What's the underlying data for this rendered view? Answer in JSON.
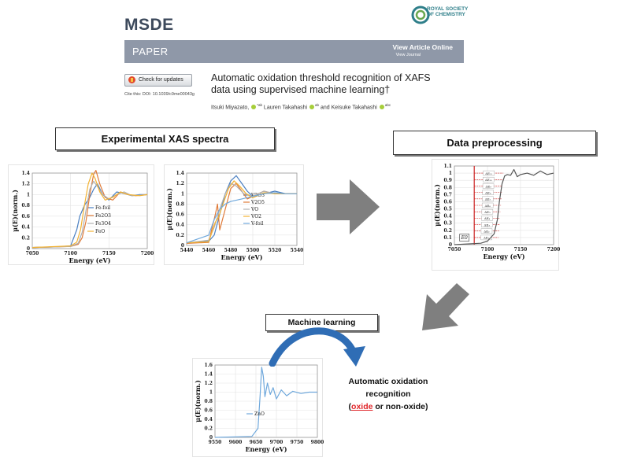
{
  "header": {
    "journal": "MSDE",
    "publisher_logo_text": [
      "ROYAL SOCIETY",
      "OF CHEMISTRY"
    ],
    "bar_title": "PAPER",
    "view_article": "View Article Online",
    "view_journal": "View Journal",
    "check_updates": "Check for updates",
    "cite": "Cite this: DOI: 10.1039/c9me00043g",
    "title": "Automatic oxidation threshold recognition of XAFS data using supervised machine learning†",
    "authors": [
      {
        "name": "Itsuki Miyazato,",
        "sup": "*ab"
      },
      {
        "name": "Lauren Takahashi",
        "sup": "ab"
      },
      {
        "name": "and Keisuke Takahashi",
        "sup": "abc"
      }
    ]
  },
  "diagram": {
    "experimental_label": "Experimental XAS spectra",
    "preprocessing_label": "Data preprocessing",
    "ml_label": "Machine learning",
    "result_line1": "Automatic oxidation",
    "result_line2": "recognition",
    "result_open": "(",
    "result_oxide": "oxide",
    "result_rest": " or non-oxide)",
    "colors": {
      "arrow_gray": "#7f7f7f",
      "curve_arrow_blue": "#2f6db5",
      "highlight_red": "#e0262a",
      "threshold_red": "#cc2222"
    }
  },
  "chart_data": [
    {
      "type": "line",
      "xlabel": "Energy (eV)",
      "ylabel": "μ(E)(norm.)",
      "xlim": [
        7050,
        7200
      ],
      "ylim": [
        0,
        1.4
      ],
      "xticks": [
        "7050",
        "7100",
        "7150",
        "7200"
      ],
      "yticks": [
        "0",
        "0.2",
        "0.4",
        "0.6",
        "0.8",
        "1",
        "1.2",
        "1.4"
      ],
      "grid": true,
      "legend": "right",
      "series": [
        {
          "name": "Fe-foil",
          "color": "#4a7fc1",
          "x": [
            7050,
            7080,
            7100,
            7108,
            7112,
            7118,
            7125,
            7130,
            7135,
            7142,
            7150,
            7160,
            7170,
            7180,
            7190,
            7200
          ],
          "y": [
            0.02,
            0.03,
            0.05,
            0.35,
            0.6,
            0.8,
            0.95,
            1.1,
            1.2,
            1.0,
            0.9,
            1.05,
            1.02,
            0.98,
            1.0,
            1.0
          ]
        },
        {
          "name": "Fe2O3",
          "color": "#e07b39",
          "x": [
            7050,
            7100,
            7110,
            7115,
            7120,
            7125,
            7130,
            7133,
            7138,
            7145,
            7155,
            7165,
            7175,
            7185,
            7200
          ],
          "y": [
            0.02,
            0.04,
            0.08,
            0.2,
            0.5,
            1.0,
            1.38,
            1.45,
            1.2,
            0.95,
            0.9,
            1.05,
            1.0,
            0.98,
            1.0
          ]
        },
        {
          "name": "Fe3O4",
          "color": "#b0b0b0",
          "x": [
            7050,
            7100,
            7110,
            7115,
            7120,
            7125,
            7130,
            7135,
            7142,
            7150,
            7160,
            7170,
            7180,
            7200
          ],
          "y": [
            0.02,
            0.04,
            0.1,
            0.3,
            0.7,
            1.1,
            1.25,
            1.15,
            1.0,
            0.92,
            1.0,
            1.05,
            0.98,
            1.0
          ]
        },
        {
          "name": "FeO",
          "color": "#f2b233",
          "x": [
            7050,
            7100,
            7108,
            7113,
            7118,
            7123,
            7128,
            7132,
            7138,
            7145,
            7155,
            7165,
            7175,
            7190,
            7200
          ],
          "y": [
            0.02,
            0.05,
            0.12,
            0.35,
            0.8,
            1.2,
            1.4,
            1.3,
            1.05,
            0.9,
            0.95,
            1.05,
            1.0,
            0.98,
            1.0
          ]
        }
      ]
    },
    {
      "type": "line",
      "xlabel": "Energy (eV)",
      "ylabel": "μ(E)(norm.)",
      "xlim": [
        5440,
        5540
      ],
      "ylim": [
        0,
        1.4
      ],
      "xticks": [
        "5440",
        "5460",
        "5480",
        "5500",
        "5520",
        "5540"
      ],
      "yticks": [
        "0",
        "0.2",
        "0.4",
        "0.6",
        "0.8",
        "1",
        "1.2",
        "1.4"
      ],
      "grid": true,
      "legend": "right",
      "series": [
        {
          "name": "V2O3",
          "color": "#4a7fc1",
          "x": [
            5440,
            5460,
            5465,
            5470,
            5475,
            5480,
            5485,
            5490,
            5495,
            5500,
            5510,
            5520,
            5530,
            5540
          ],
          "y": [
            0.05,
            0.08,
            0.2,
            0.6,
            1.0,
            1.25,
            1.35,
            1.2,
            1.05,
            0.95,
            1.0,
            1.05,
            1.0,
            1.0
          ]
        },
        {
          "name": "V2O5",
          "color": "#e07b39",
          "x": [
            5440,
            5460,
            5466,
            5468,
            5470,
            5475,
            5480,
            5485,
            5490,
            5495,
            5500,
            5510,
            5520,
            5540
          ],
          "y": [
            0.04,
            0.06,
            0.6,
            0.8,
            0.3,
            0.7,
            1.1,
            1.2,
            1.05,
            0.9,
            0.95,
            1.05,
            1.0,
            1.0
          ]
        },
        {
          "name": "VO",
          "color": "#b0b0b0",
          "x": [
            5440,
            5460,
            5465,
            5470,
            5475,
            5480,
            5485,
            5492,
            5500,
            5510,
            5520,
            5540
          ],
          "y": [
            0.05,
            0.1,
            0.35,
            0.7,
            1.0,
            1.2,
            1.15,
            1.0,
            0.95,
            1.05,
            1.0,
            1.0
          ]
        },
        {
          "name": "VO2",
          "color": "#f2b233",
          "x": [
            5440,
            5460,
            5466,
            5469,
            5473,
            5478,
            5483,
            5488,
            5494,
            5500,
            5510,
            5520,
            5540
          ],
          "y": [
            0.05,
            0.07,
            0.45,
            0.55,
            0.8,
            1.1,
            1.25,
            1.15,
            1.0,
            0.92,
            1.02,
            1.0,
            1.0
          ]
        },
        {
          "name": "V-foil",
          "color": "#6fa8dc",
          "x": [
            5440,
            5460,
            5465,
            5470,
            5475,
            5480,
            5490,
            5500,
            5510,
            5520,
            5530,
            5540
          ],
          "y": [
            0.05,
            0.2,
            0.5,
            0.7,
            0.8,
            0.85,
            0.9,
            0.95,
            1.0,
            1.02,
            1.0,
            1.0
          ]
        }
      ]
    },
    {
      "type": "line",
      "xlabel": "Energy (eV)",
      "ylabel": "μ(E)(norm.)",
      "xlim": [
        7050,
        7200
      ],
      "ylim": [
        0,
        1.1
      ],
      "xticks": [
        "7050",
        "7100",
        "7150",
        "7200"
      ],
      "yticks": [
        "0",
        "0.1",
        "0.2",
        "0.3",
        "0.4",
        "0.5",
        "0.6",
        "0.7",
        "0.8",
        "0.9",
        "1",
        "1.1"
      ],
      "grid": true,
      "threshold_x": 7080,
      "annotation": "E0",
      "step_labels": [
        "ΔE₁₁",
        "ΔE₁₀",
        "ΔE₉",
        "ΔE₈",
        "ΔE₇",
        "ΔE₆",
        "ΔE₅",
        "ΔE₄",
        "ΔE₃",
        "ΔE₂",
        "ΔE₁"
      ],
      "series": [
        {
          "name": "",
          "color": "#555555",
          "x": [
            7050,
            7090,
            7100,
            7110,
            7115,
            7118,
            7122,
            7126,
            7130,
            7135,
            7140,
            7145,
            7150,
            7160,
            7170,
            7180,
            7190,
            7200
          ],
          "y": [
            0.0,
            0.02,
            0.05,
            0.15,
            0.35,
            0.6,
            0.85,
            0.96,
            0.98,
            0.97,
            1.05,
            0.95,
            0.98,
            1.0,
            0.97,
            1.03,
            0.98,
            1.0
          ]
        }
      ]
    },
    {
      "type": "line",
      "xlabel": "Energy (eV)",
      "ylabel": "μ(E)(norm.)",
      "xlim": [
        9550,
        9800
      ],
      "ylim": [
        0,
        1.6
      ],
      "xticks": [
        "9550",
        "9600",
        "9650",
        "9700",
        "9750",
        "9800"
      ],
      "yticks": [
        "0",
        "0.2",
        "0.4",
        "0.6",
        "0.8",
        "1",
        "1.2",
        "1.4",
        "1.6"
      ],
      "grid": true,
      "legend": "center",
      "series": [
        {
          "name": "ZnO",
          "color": "#6fa8dc",
          "x": [
            9550,
            9640,
            9655,
            9660,
            9664,
            9668,
            9672,
            9678,
            9685,
            9692,
            9700,
            9712,
            9725,
            9740,
            9760,
            9780,
            9800
          ],
          "y": [
            0.0,
            0.02,
            0.2,
            0.9,
            1.55,
            1.35,
            0.9,
            1.2,
            0.95,
            1.1,
            0.85,
            1.05,
            0.92,
            1.02,
            0.97,
            1.0,
            1.0
          ]
        }
      ]
    }
  ]
}
